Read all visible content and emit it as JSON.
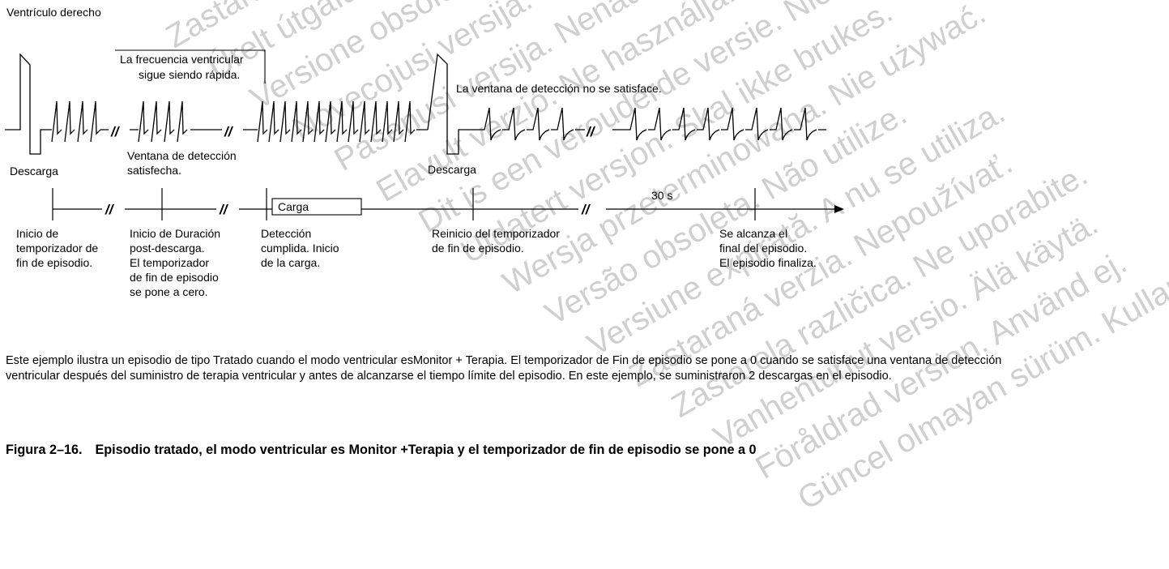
{
  "diagram": {
    "chamber_title": "Ventrículo derecho",
    "break_mark": "//",
    "labels": {
      "rate_fast": [
        "La frecuencia ventricular",
        "sigue siendo rápida."
      ],
      "window_not_met": "La ventana de detección no se satisface.",
      "window_met": [
        "Ventana de detección",
        "satisfecha."
      ],
      "shock_1": "Descarga",
      "shock_2": "Descarga",
      "charge": "Carga",
      "timer_30s": "30 s"
    },
    "annotations": {
      "end_timer_start": [
        "Inicio de",
        "temporizador de",
        "fin de episodio."
      ],
      "post_shock": [
        "Inicio de Duración",
        "post-descarga.",
        "El temporizador",
        "de fin de episodio",
        "se pone a cero."
      ],
      "detection_met": [
        "Detección",
        "cumplida. Inicio",
        "de la carga."
      ],
      "timer_restart": [
        "Reinicio del temporizador",
        "de fin de episodio."
      ],
      "episode_end": [
        "Se alcanza el",
        "final del episodio.",
        "El episodio finaliza."
      ]
    },
    "watermarks": [
      "Zastaralá verze. Nepoužívat.",
      "Úrelt útgáfa. Notið ekki.",
      "Versione obsoleta. Non utilizzare.",
      "Novecojusi versija. Neizmantot.",
      "Pasenusi versija. Nenaudokite.",
      "Elavult verzió. Ne használja!",
      "Dit is een verouderde versie. Niet gebruiken.",
      "Utdatert versjon. Skal ikke brukes.",
      "Wersja przeterminowana. Nie używać.",
      "Versão obsoleta. Não utilize.",
      "Versiune expirată. A nu se utiliza.",
      "Zastaraná verzia. Nepoužívať.",
      "Zastarela različica. Ne uporabite.",
      "Vanhentunut versio. Älä käytä.",
      "Föråldrad version. Använd ej.",
      "Güncel olmayan sürüm. Kullanmayın."
    ]
  },
  "caption": "Este ejemplo ilustra un episodio de tipo Tratado cuando el modo ventricular esMonitor + Terapia. El temporizador de Fin de episodio se pone a 0 cuando se satisface una ventana de detección ventricular después del suministro de terapia ventricular y antes de alcanzarse el tiempo límite del episodio. En este ejemplo, se suministraron 2 descargas en el episodio.",
  "figure": {
    "number": "Figura 2–16.",
    "title": "Episodio tratado, el modo ventricular es Monitor +Terapia y el temporizador de fin de episodio se pone a 0"
  }
}
